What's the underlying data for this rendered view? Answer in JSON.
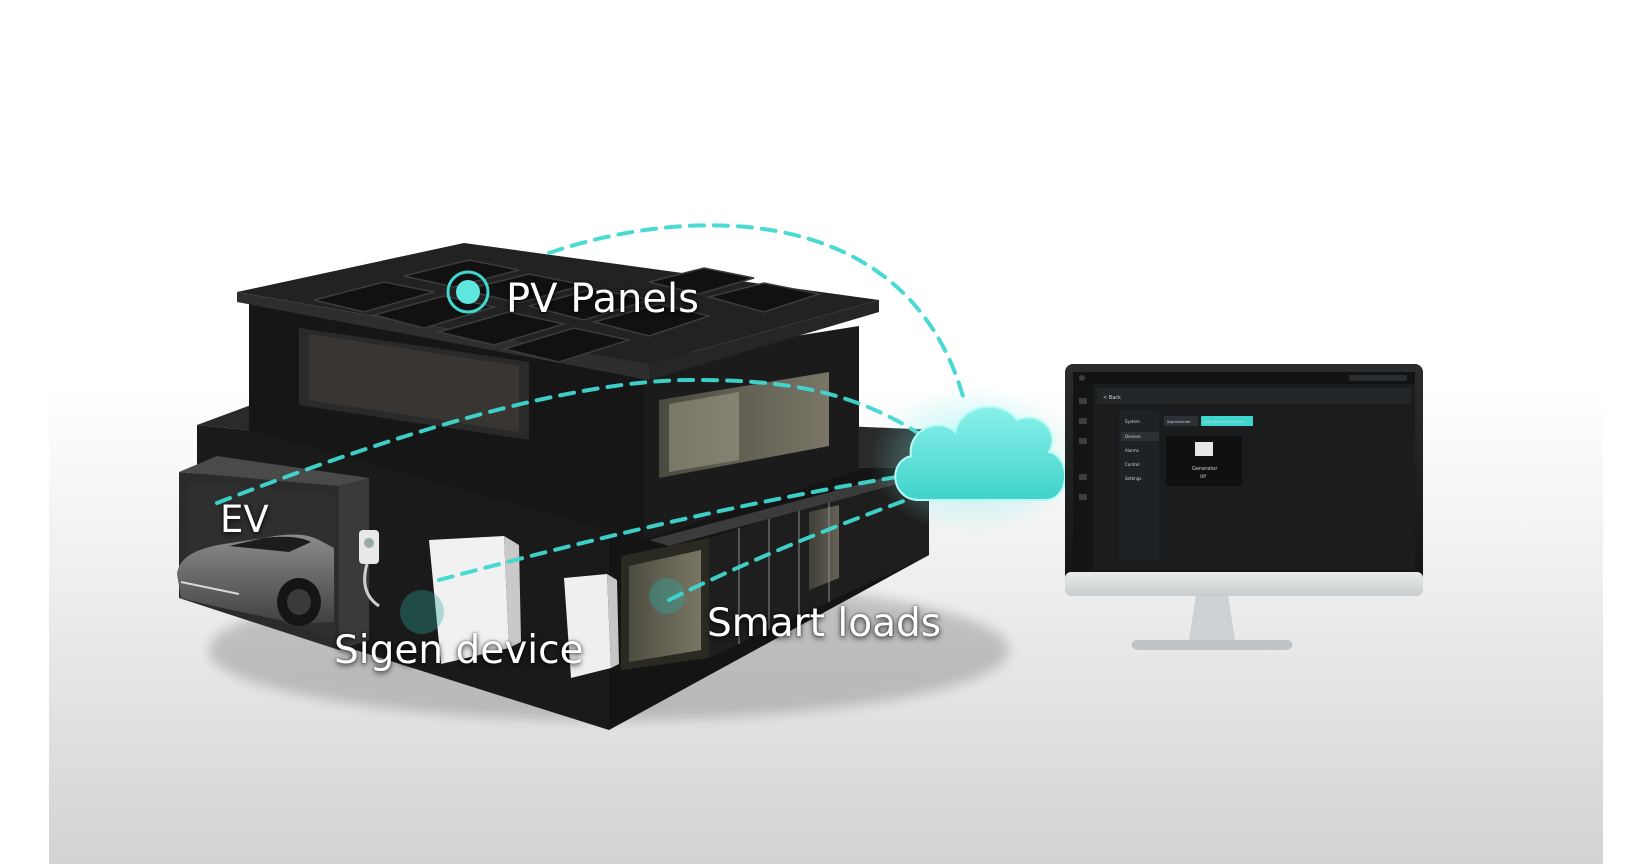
{
  "labels": {
    "pv_panels": "PV Panels",
    "ev": "EV",
    "sigen_device": "Sigen device",
    "smart_loads": "Smart loads"
  },
  "monitor_ui": {
    "back": "< Back",
    "sidebar": [
      "System",
      "Devices",
      "Alarms",
      "Control",
      "Settings"
    ],
    "tabs": [
      "SigenInverter",
      "SigenEnergyController"
    ],
    "device_card": {
      "name": "Generator",
      "status": "Off"
    }
  },
  "colors": {
    "accent": "#3fd8d0",
    "cloud": "#5ee6df",
    "building": "#1c1c1c",
    "monitor_screen": "#1a1c1e"
  },
  "icons": [
    "cloud-icon",
    "monitor-icon",
    "ev-car-icon",
    "charger-icon",
    "pv-panel-icon",
    "target-dot-icon"
  ]
}
